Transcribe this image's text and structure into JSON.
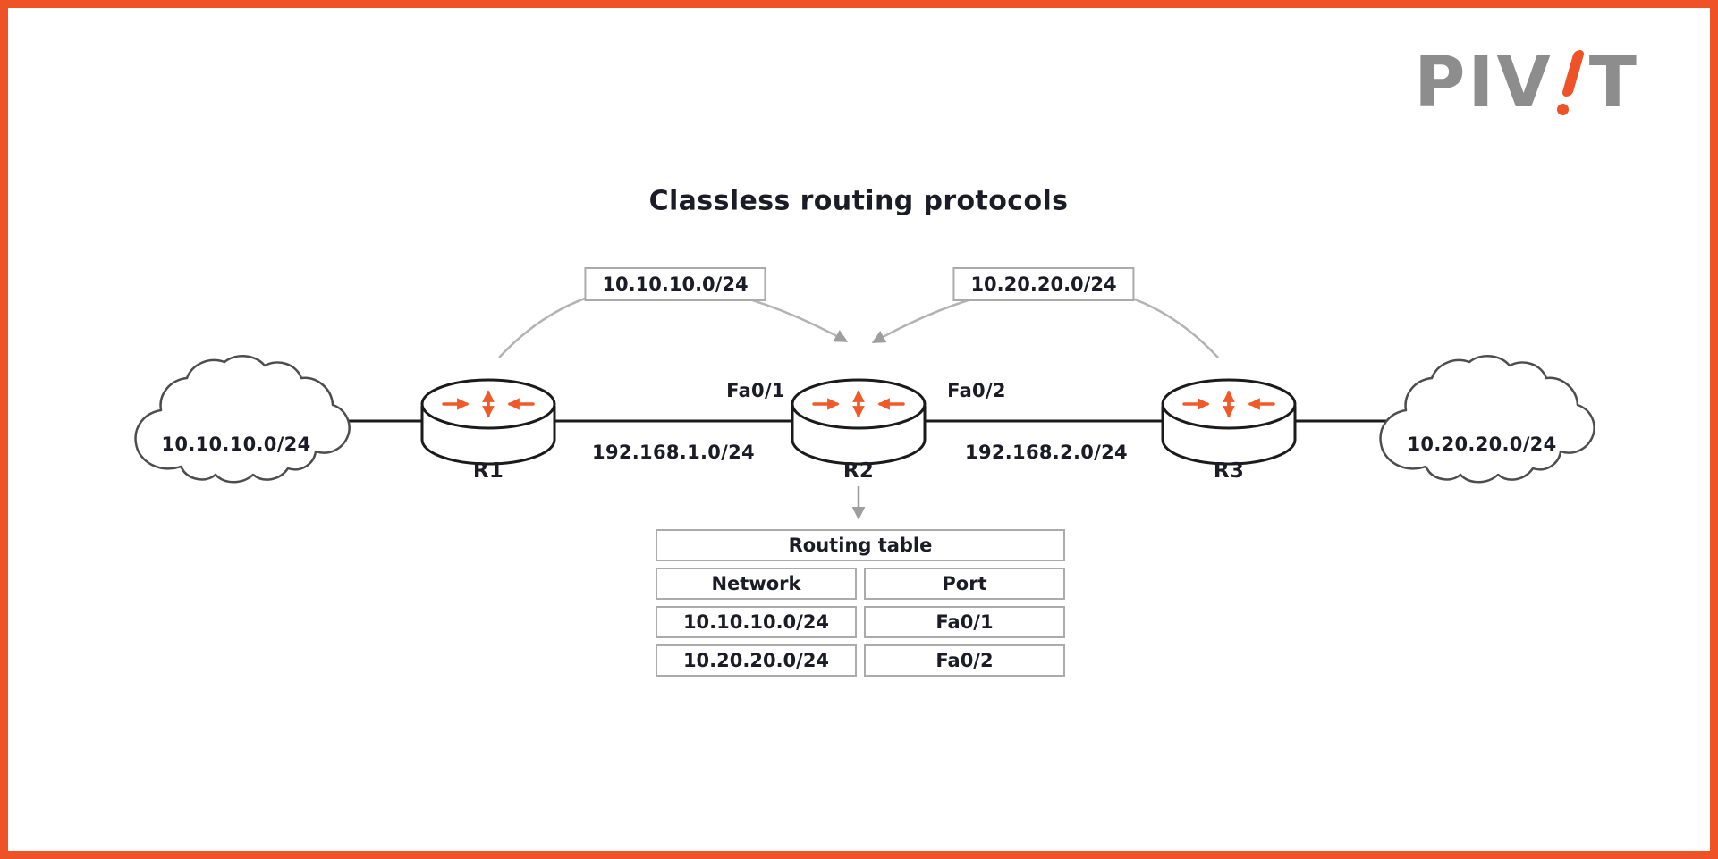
{
  "title": "Classless routing protocols",
  "logo": {
    "prefix": "PIV",
    "suffix": "T"
  },
  "clouds": {
    "left": "10.10.10.0/24",
    "right": "10.20.20.0/24"
  },
  "routers": {
    "r1": "R1",
    "r2": "R2",
    "r3": "R3"
  },
  "interfaces": {
    "left": "Fa0/1",
    "right": "Fa0/2"
  },
  "links": {
    "left": "192.168.1.0/24",
    "right": "192.168.2.0/24"
  },
  "advertisements": {
    "left": "10.10.10.0/24",
    "right": "10.20.20.0/24"
  },
  "routing_table": {
    "title": "Routing table",
    "columns": [
      "Network",
      "Port"
    ],
    "rows": [
      [
        "10.10.10.0/24",
        "Fa0/1"
      ],
      [
        "10.20.20.0/24",
        "Fa0/2"
      ]
    ]
  },
  "colors": {
    "accent": "#EE5226",
    "diagram_gray": "#a9a9a9",
    "line_black": "#1b1b1b",
    "text": "#1c1c26",
    "logo_gray": "#8d8d8d"
  }
}
